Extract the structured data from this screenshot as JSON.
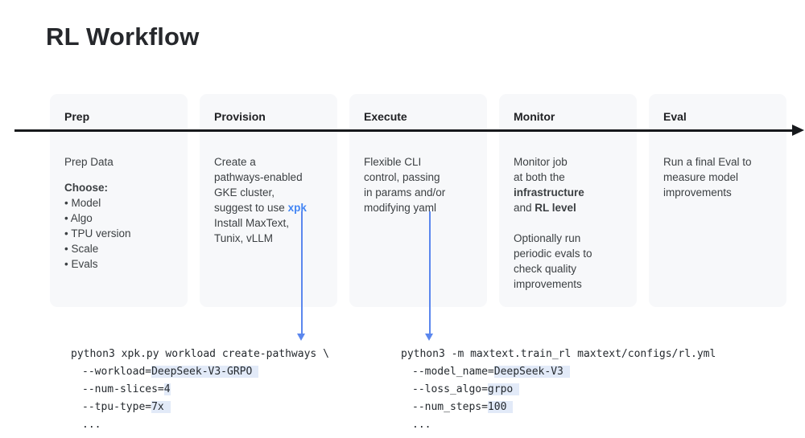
{
  "title": "RL Workflow",
  "colors": {
    "card_background": "#f7f8fa",
    "accent_link_blue": "#4285f4",
    "arrow_blue": "#5b87ee",
    "code_highlight": "#e2eaf8",
    "timeline_black": "#17191c"
  },
  "columns": [
    {
      "header": "Prep",
      "body": {
        "line1": "Prep Data",
        "choose_label": "Choose:",
        "bullets": [
          "• Model",
          "• Algo",
          "• TPU version",
          "• Scale",
          "• Evals"
        ]
      }
    },
    {
      "header": "Provision",
      "body": {
        "lines_before_link": [
          "Create a",
          "pathways-enabled",
          "GKE cluster,"
        ],
        "link_line_prefix": "suggest to use ",
        "link_text": "xpk",
        "lines_after_link": [
          "Install MaxText,",
          "Tunix, vLLM"
        ]
      }
    },
    {
      "header": "Execute",
      "body": {
        "lines": [
          "Flexible CLI",
          "control, passing",
          "in params and/or",
          "modifying yaml"
        ]
      }
    },
    {
      "header": "Monitor",
      "body": {
        "para1": [
          "Monitor job",
          "at both the"
        ],
        "bold1": "infrastructure",
        "mixed_prefix": "and ",
        "bold2": "RL level",
        "para2": [
          "Optionally run",
          "periodic evals to",
          "check quality",
          "improvements"
        ]
      }
    },
    {
      "header": "Eval",
      "body": {
        "lines": [
          "Run a final Eval to",
          "measure model",
          "improvements"
        ]
      }
    }
  ],
  "code_blocks": [
    {
      "command": "python3 xpk.py workload create-pathways \\",
      "args": [
        {
          "name": "--workload=",
          "value": "DeepSeek-V3-GRPO "
        },
        {
          "name": "--num-slices=",
          "value": "4"
        },
        {
          "name": "--tpu-type=",
          "value": "7x "
        }
      ],
      "ellipsis": "..."
    },
    {
      "command": "python3 -m maxtext.train_rl maxtext/configs/rl.yml",
      "args": [
        {
          "name": "--model_name=",
          "value": "DeepSeek-V3 "
        },
        {
          "name": "--loss_algo=",
          "value": "grpo "
        },
        {
          "name": "--num_steps=",
          "value": "100 "
        }
      ],
      "ellipsis": "..."
    }
  ]
}
